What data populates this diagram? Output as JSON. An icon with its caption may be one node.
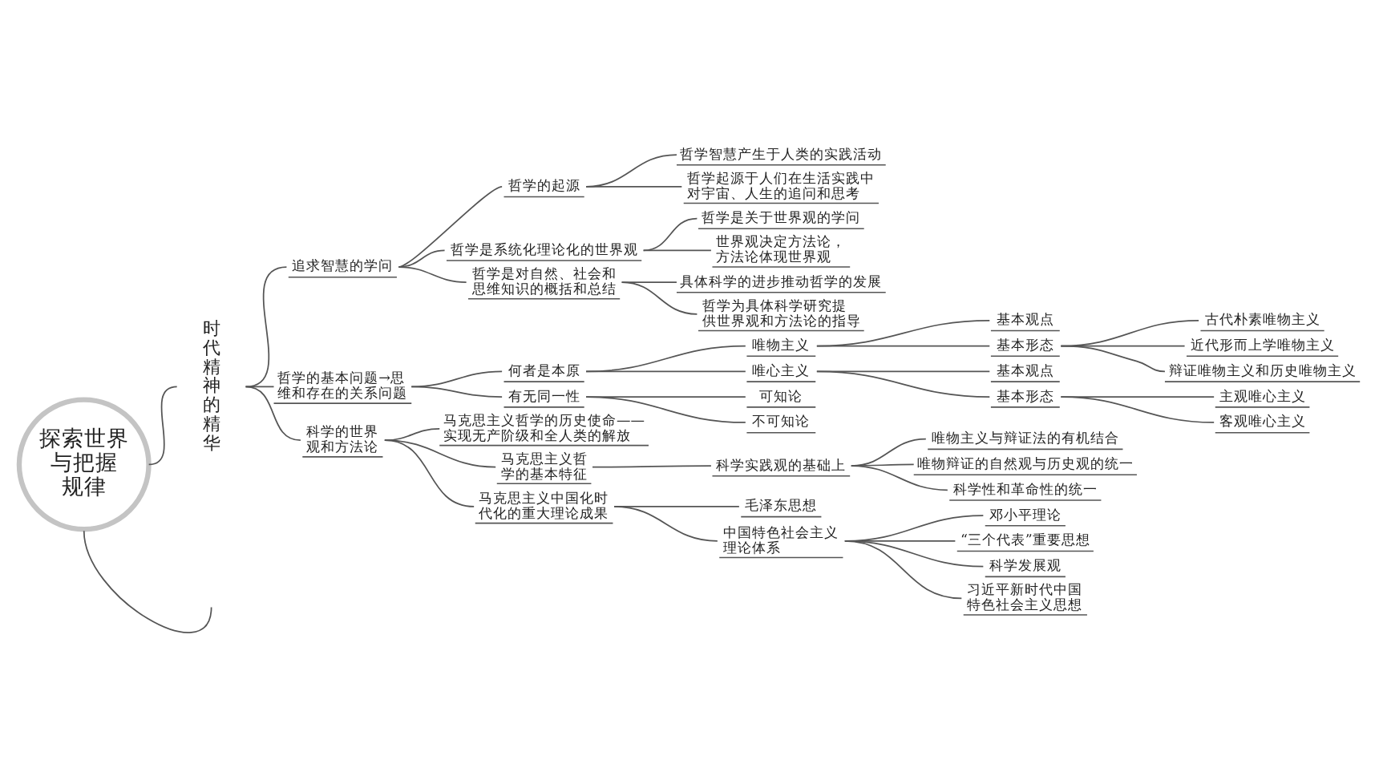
{
  "diagram": {
    "nodes": [
      {
        "text": [
          "探索世界与把握规律"
        ]
      },
      {
        "text": [
          "时代精神的精华"
        ]
      },
      {
        "text": [
          "追求智慧的学问"
        ]
      },
      {
        "text": [
          "哲学的起源"
        ]
      },
      {
        "text": [
          "哲学智慧产生于人类的实践活动"
        ]
      },
      {
        "text": [
          "哲学起源于人们在生活实践中对宇宙、人生的追问和思考"
        ]
      },
      {
        "text": [
          "哲学是系统化理论化的世界观"
        ]
      },
      {
        "text": [
          "哲学是关于世界观的学问"
        ]
      },
      {
        "text": [
          "世界观决定方法论，方法论体现世界观"
        ]
      },
      {
        "text": [
          "哲学是对自然、社会和思维知识的概括和总结"
        ]
      },
      {
        "text": [
          "具体科学的进步推动哲学的发展"
        ]
      },
      {
        "text": [
          "哲学为具体科学研究提供世界观和方法论的指导"
        ]
      },
      {
        "text": [
          "哲学的基本问题→思维和存在的关系问题"
        ]
      },
      {
        "text": [
          "何者是本原"
        ]
      },
      {
        "text": [
          "唯物主义"
        ]
      },
      {
        "text": [
          "基本观点"
        ]
      },
      {
        "text": [
          "基本形态"
        ]
      },
      {
        "text": [
          "古代朴素唯物主义"
        ]
      },
      {
        "text": [
          "近代形而上学唯物主义"
        ]
      },
      {
        "text": [
          "辩证唯物主义和历史唯物主义"
        ]
      },
      {
        "text": [
          "唯心主义"
        ]
      },
      {
        "text": [
          "基本观点"
        ]
      },
      {
        "text": [
          "基本形态"
        ]
      },
      {
        "text": [
          "主观唯心主义"
        ]
      },
      {
        "text": [
          "客观唯心主义"
        ]
      },
      {
        "text": [
          "有无同一性"
        ]
      },
      {
        "text": [
          "可知论"
        ]
      },
      {
        "text": [
          "不可知论"
        ]
      },
      {
        "text": [
          "科学的世界观和方法论"
        ]
      },
      {
        "text": [
          "马克思主义哲学的历史使命——实现无产阶级和全人类的解放"
        ]
      },
      {
        "text": [
          "马克思主义哲学的基本特征"
        ]
      },
      {
        "text": [
          "科学实践观的基础上"
        ]
      },
      {
        "text": [
          "唯物主义与辩证法的有机结合"
        ]
      },
      {
        "text": [
          "唯物辩证的自然观与历史观的统一"
        ]
      },
      {
        "text": [
          "科学性和革命性的统一"
        ]
      },
      {
        "text": [
          "马克思主义中国化时代化的重大理论成果"
        ]
      },
      {
        "text": [
          "毛泽东思想"
        ]
      },
      {
        "text": [
          "中国特色社会主义理论体系"
        ]
      },
      {
        "text": [
          "邓小平理论"
        ]
      },
      {
        "text": [
          "“三个代表”重要思想"
        ]
      },
      {
        "text": [
          "科学发展观"
        ]
      },
      {
        "text": [
          "习近平新时代中国特色社会主义思想"
        ]
      }
    ],
    "edges": [
      {
        "from": 0,
        "to": 1,
        "arrow": "none"
      },
      {
        "from": 1,
        "to": 2,
        "arrow": "none"
      },
      {
        "from": 2,
        "to": 3,
        "arrow": "none"
      },
      {
        "from": 3,
        "to": 4,
        "arrow": "none"
      },
      {
        "from": 3,
        "to": 5,
        "arrow": "none"
      },
      {
        "from": 2,
        "to": 6,
        "arrow": "none"
      },
      {
        "from": 6,
        "to": 7,
        "arrow": "none"
      },
      {
        "from": 6,
        "to": 8,
        "arrow": "none"
      },
      {
        "from": 2,
        "to": 9,
        "arrow": "none"
      },
      {
        "from": 9,
        "to": 10,
        "arrow": "none"
      },
      {
        "from": 9,
        "to": 11,
        "arrow": "none"
      },
      {
        "from": 1,
        "to": 12,
        "arrow": "none"
      },
      {
        "from": 12,
        "to": 13,
        "arrow": "none"
      },
      {
        "from": 13,
        "to": 14,
        "arrow": "none"
      },
      {
        "from": 14,
        "to": 15,
        "arrow": "none"
      },
      {
        "from": 14,
        "to": 16,
        "arrow": "none"
      },
      {
        "from": 16,
        "to": 17,
        "arrow": "none"
      },
      {
        "from": 16,
        "to": 18,
        "arrow": "none"
      },
      {
        "from": 16,
        "to": 19,
        "arrow": "none"
      },
      {
        "from": 13,
        "to": 20,
        "arrow": "none"
      },
      {
        "from": 20,
        "to": 21,
        "arrow": "none"
      },
      {
        "from": 20,
        "to": 22,
        "arrow": "none"
      },
      {
        "from": 22,
        "to": 23,
        "arrow": "none"
      },
      {
        "from": 22,
        "to": 24,
        "arrow": "none"
      },
      {
        "from": 12,
        "to": 25,
        "arrow": "none"
      },
      {
        "from": 25,
        "to": 26,
        "arrow": "none"
      },
      {
        "from": 25,
        "to": 27,
        "arrow": "none"
      },
      {
        "from": 1,
        "to": 28,
        "arrow": "none"
      },
      {
        "from": 28,
        "to": 29,
        "arrow": "none"
      },
      {
        "from": 28,
        "to": 30,
        "arrow": "none"
      },
      {
        "from": 30,
        "to": 31,
        "arrow": "none"
      },
      {
        "from": 31,
        "to": 32,
        "arrow": "none"
      },
      {
        "from": 31,
        "to": 33,
        "arrow": "none"
      },
      {
        "from": 31,
        "to": 34,
        "arrow": "none"
      },
      {
        "from": 28,
        "to": 35,
        "arrow": "none"
      },
      {
        "from": 35,
        "to": 36,
        "arrow": "none"
      },
      {
        "from": 35,
        "to": 37,
        "arrow": "none"
      },
      {
        "from": 37,
        "to": 38,
        "arrow": "none"
      },
      {
        "from": 37,
        "to": 39,
        "arrow": "none"
      },
      {
        "from": 37,
        "to": 40,
        "arrow": "none"
      },
      {
        "from": 37,
        "to": 41,
        "arrow": "none"
      },
      {
        "from": 0,
        "to": null,
        "arrow": "none"
      }
    ]
  }
}
